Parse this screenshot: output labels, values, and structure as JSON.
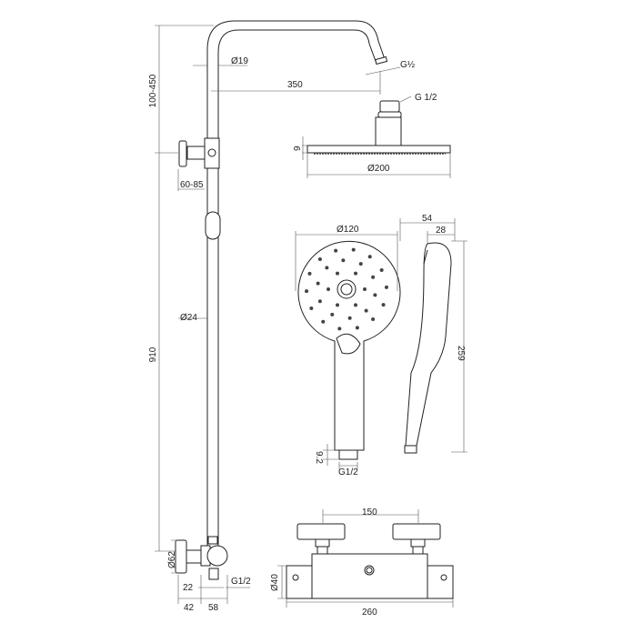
{
  "dimensions": {
    "riser_height_adjust": "100-450",
    "pipe_diameter": "Ø19",
    "arm_reach": "350",
    "arm_thread": "G½",
    "head_thread": "G 1/2",
    "head_thickness": "9",
    "head_diameter": "Ø200",
    "diverter_offset": "60-85",
    "riser_diameter": "Ø24",
    "riser_length": "910",
    "hand_diameter": "Ø120",
    "hand_depth": "54",
    "hand_depth_inner": "28",
    "hand_length": "259",
    "hand_thread_length": "9.2",
    "hand_thread": "G1/2",
    "knob_diameter": "Ø62",
    "outlet_thread": "G1/2",
    "outlet_offset": "22",
    "wall_offset_a": "42",
    "wall_offset_b": "58",
    "valve_centers": "150",
    "valve_body_diameter": "Ø40",
    "valve_width": "260"
  }
}
